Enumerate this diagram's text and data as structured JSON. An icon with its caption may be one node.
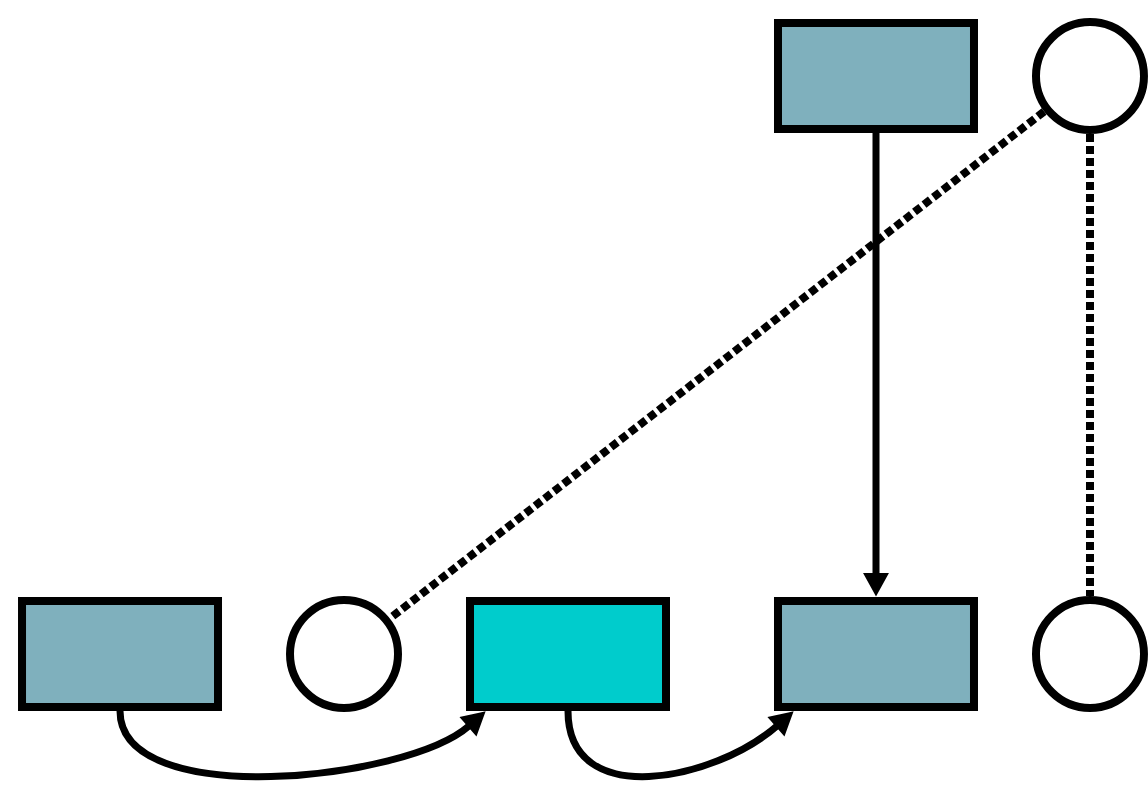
{
  "diagram": {
    "nodes": [
      {
        "text": [],
        "shape": "box"
      },
      {
        "text": [],
        "shape": "circle"
      },
      {
        "text": [],
        "shape": "box"
      },
      {
        "text": [],
        "shape": "circle"
      },
      {
        "text": [],
        "shape": "box"
      },
      {
        "text": [],
        "shape": "box"
      },
      {
        "text": [],
        "shape": "circle"
      }
    ],
    "edges": [
      {
        "from": 0,
        "to": 5,
        "arrow": "to"
      },
      {
        "from": 1,
        "to": 3,
        "arrow": "none",
        "style": "dashed"
      },
      {
        "from": 1,
        "to": 6,
        "arrow": "none",
        "style": "dashed"
      },
      {
        "from": 2,
        "to": 4,
        "arrow": "to"
      },
      {
        "from": 4,
        "to": 5,
        "arrow": "to"
      }
    ]
  }
}
